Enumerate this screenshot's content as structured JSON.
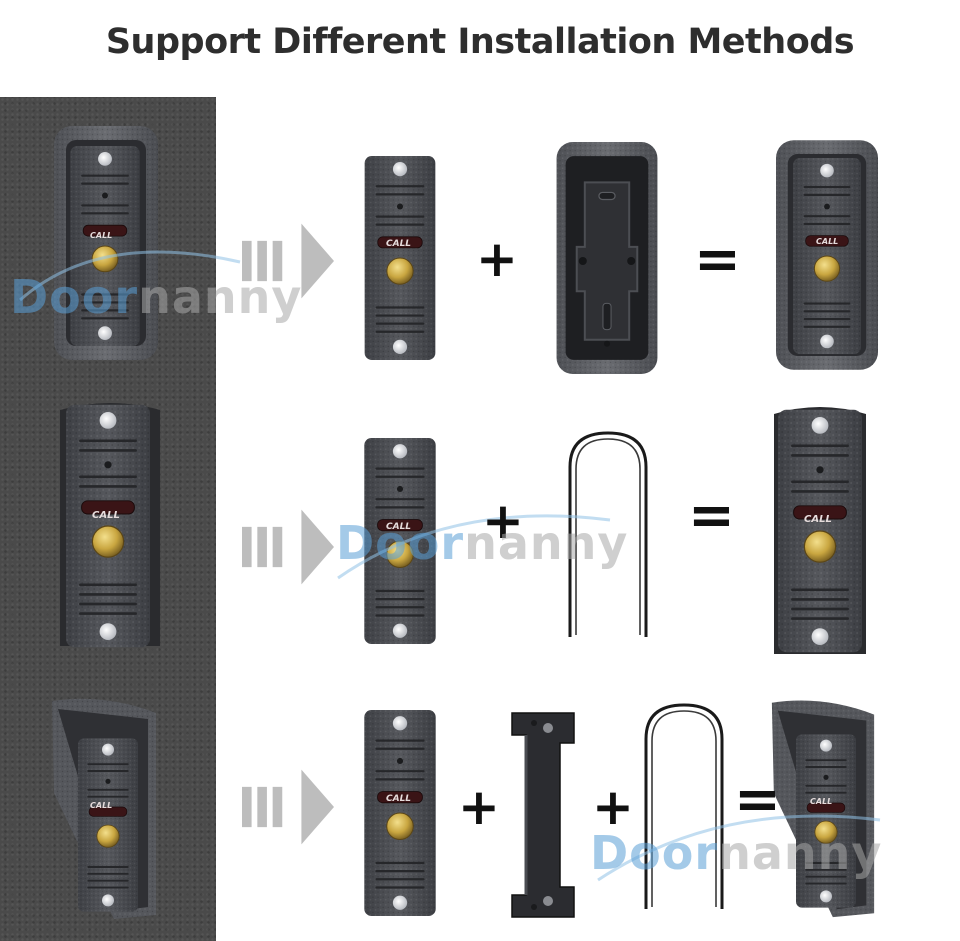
{
  "title": "Support Different Installation Methods",
  "panel": {
    "call_label": "CALL"
  },
  "operators": {
    "plus": "+",
    "equals": "="
  },
  "watermark": {
    "part1": "Door",
    "part2": "nanny"
  },
  "colors": {
    "panel_body": "#4b4d52",
    "frame": "#5b5d62",
    "button_gold": "#c9a640",
    "call_label_bg": "#3a1416",
    "wall": "#4a4a4a",
    "arrow": "#bdbdbd",
    "watermark_blue": "#5a9fd6",
    "watermark_gray": "#a8a8a8"
  },
  "icons": [
    "arrow-right-icon",
    "plus-icon",
    "equals-icon"
  ]
}
